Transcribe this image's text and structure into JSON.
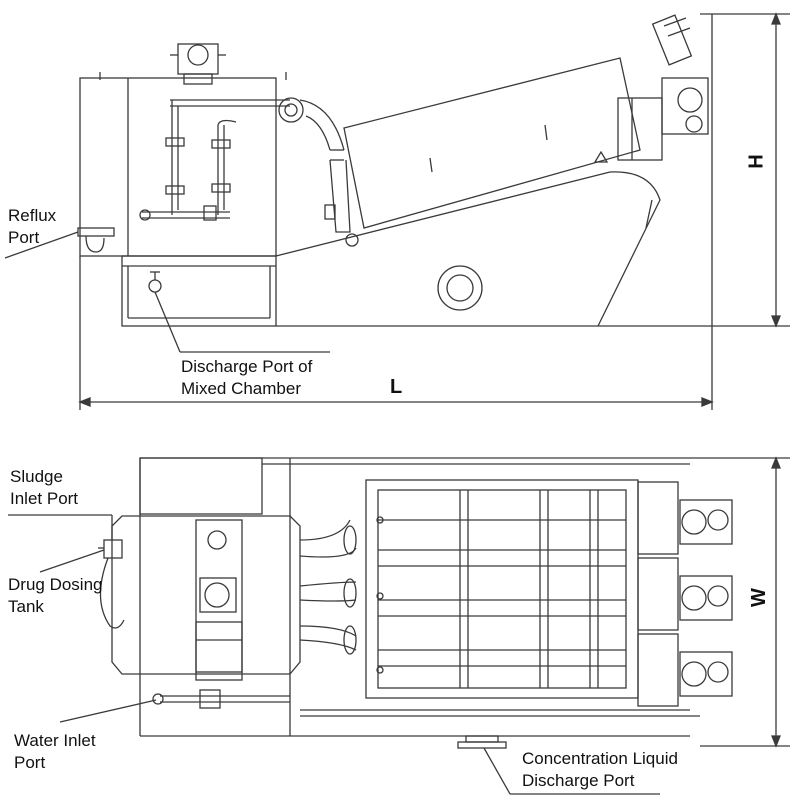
{
  "labels": {
    "reflux_port": [
      "Reflux",
      "Port"
    ],
    "discharge_mixed": [
      "Discharge Port of",
      "Mixed Chamber"
    ],
    "sludge_inlet": [
      "Sludge",
      "Inlet Port"
    ],
    "drug_dosing": [
      "Drug Dosing",
      "Tank"
    ],
    "water_inlet": [
      "Water Inlet",
      "Port"
    ],
    "concentration_discharge": [
      "Concentration Liquid",
      "Discharge Port"
    ]
  },
  "dimensions": {
    "height": "H",
    "length": "L",
    "width": "W"
  },
  "colors": {
    "line": "#3a3a3a",
    "background": "#ffffff"
  }
}
